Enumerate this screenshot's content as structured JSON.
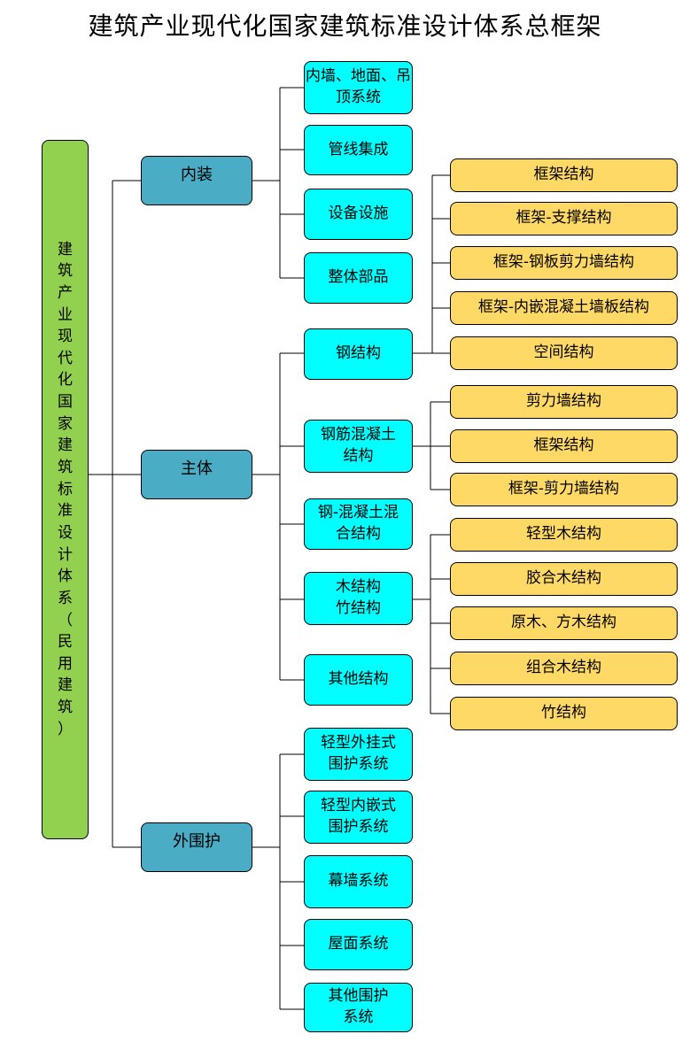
{
  "title": "建筑产业现代化国家建筑标准设计体系总框架",
  "root": {
    "chars": [
      "建",
      "筑",
      "产",
      "业",
      "现",
      "代",
      "化",
      "国",
      "家",
      "建",
      "筑",
      "标",
      "准",
      "设",
      "计",
      "体",
      "系",
      "（",
      "民",
      "用",
      "建",
      "筑",
      "）"
    ]
  },
  "categories": [
    "内装",
    "主体",
    "外围护"
  ],
  "interior": [
    "内墙、地面、吊顶系统",
    "管线集成",
    "设备设施",
    "整体部品"
  ],
  "main": [
    "钢结构",
    "钢筋混凝土结构",
    "钢-混凝土混合结构",
    "木结构竹结构",
    "其他结构"
  ],
  "envelope": [
    "轻型外挂式围护系统",
    "轻型内嵌式围护系统",
    "幕墙系统",
    "屋面系统",
    "其他围护系统"
  ],
  "steel_types": [
    "框架结构",
    "框架-支撑结构",
    "框架-钢板剪力墙结构",
    "框架-内嵌混凝土墙板结构",
    "空间结构"
  ],
  "rc_types": [
    "剪力墙结构",
    "框架结构",
    "框架-剪力墙结构"
  ],
  "wood_types": [
    "轻型木结构",
    "胶合木结构",
    "原木、方木结构",
    "组合木结构",
    "竹结构"
  ],
  "colors": {
    "root": "#92d050",
    "category": "#4bacc6",
    "sub": "#00ffff",
    "leaf": "#ffd966"
  }
}
